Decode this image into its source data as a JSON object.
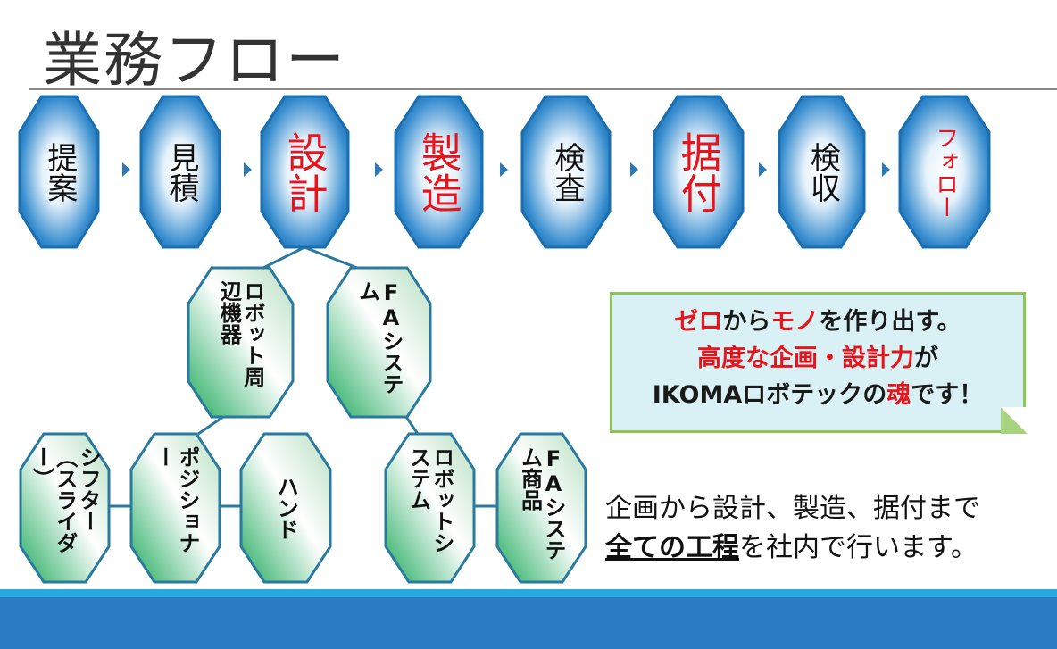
{
  "title": "業務フロー",
  "flow_steps": [
    {
      "label": "提案",
      "highlight": false
    },
    {
      "label": "見積",
      "highlight": false
    },
    {
      "label": "設計",
      "highlight": true
    },
    {
      "label": "製造",
      "highlight": true
    },
    {
      "label": "検査",
      "highlight": false
    },
    {
      "label": "据付",
      "highlight": true
    },
    {
      "label": "検収",
      "highlight": false
    },
    {
      "label": "フォロー",
      "highlight": true
    }
  ],
  "design_branches": {
    "robot_peripherals": "ロボット周辺機器",
    "fa_system": "FAシステム",
    "shifter": "シフター（スライダー）",
    "positioner": "ポジショナー",
    "hand": "ハンド",
    "robot_system": "ロボットシステム",
    "fa_system_product": "FAシステム商品"
  },
  "note": {
    "line1": [
      "ゼロ",
      "から",
      "モノ",
      "を作り出す。"
    ],
    "line2": [
      "高度な企画・設計力",
      "が"
    ],
    "line3": [
      "IKOMAロボテック",
      "の",
      "魂",
      "です！"
    ]
  },
  "summary": {
    "line1": "企画から設計、製造、据付まで",
    "line2_underlined": "全ての工程",
    "line2_rest": "を社内で行います。"
  },
  "colors": {
    "accent_red": "#e8141c",
    "blue": "#1a75b8",
    "green": "#2eb872",
    "bar": "#2a7dc3"
  }
}
